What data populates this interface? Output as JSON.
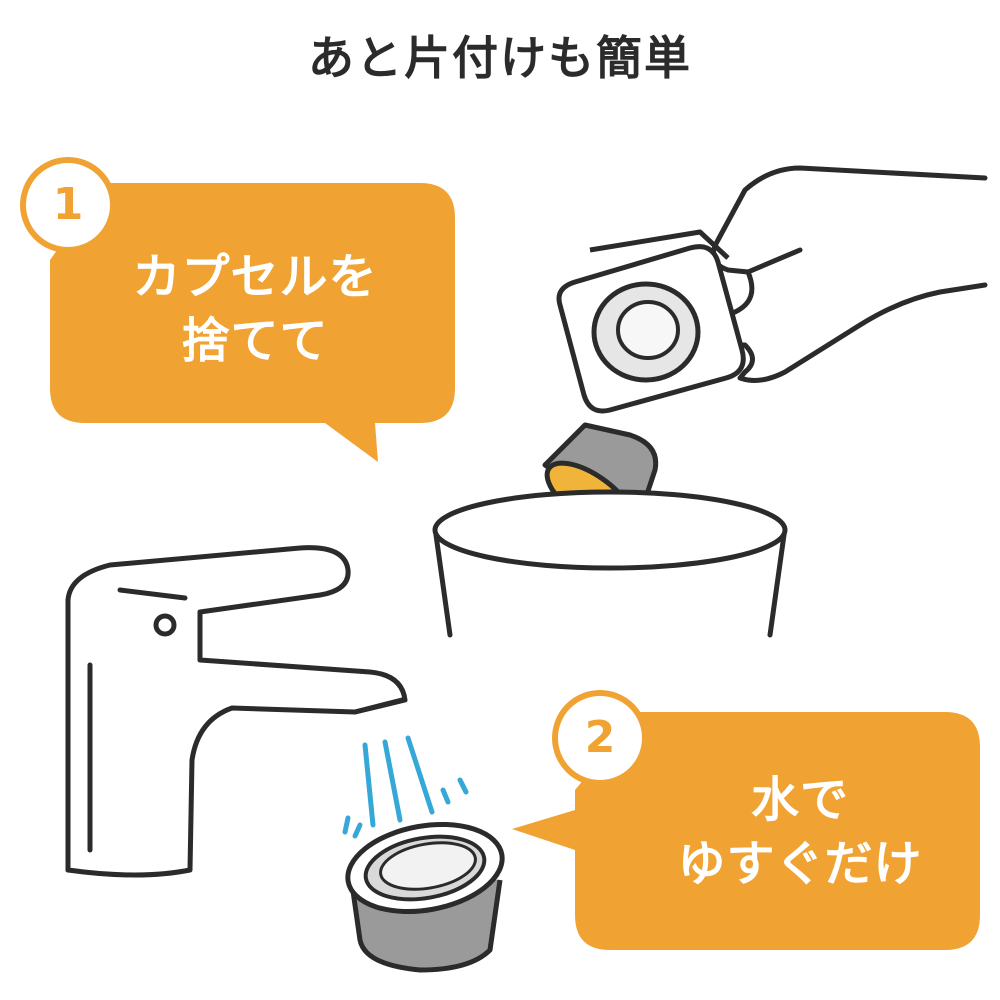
{
  "title": "あと片付けも簡単",
  "accent_color": "#f0a332",
  "line_color": "#2b2b2b",
  "water_color": "#35a8d8",
  "steps": [
    {
      "number": "1",
      "line1": "カプセルを",
      "line2": "捨てて"
    },
    {
      "number": "2",
      "line1": "水で",
      "line2": "ゆすぐだけ"
    }
  ],
  "illustrations": [
    "hand-icon",
    "capsule-holder-icon",
    "capsule-icon",
    "trash-bin-icon",
    "faucet-icon",
    "water-drops-icon",
    "capsule-cup-icon"
  ]
}
